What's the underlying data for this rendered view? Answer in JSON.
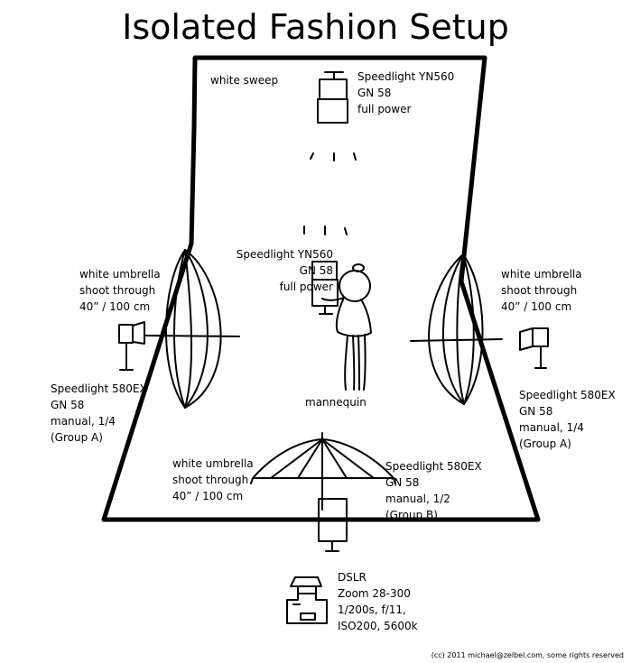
{
  "title": "Isolated Fashion Setup",
  "labels": {
    "sweep": "white sweep",
    "top_light": [
      "Speedlight YN560",
      "GN 58",
      "full power"
    ],
    "rear_light": [
      "Speedlight YN560",
      "GN 58",
      "full power"
    ],
    "mannequin": "mannequin",
    "left_umbrella": [
      "white umbrella",
      "shoot through",
      "40” / 100 cm"
    ],
    "right_umbrella": [
      "white umbrella",
      "shoot through",
      "40” / 100 cm"
    ],
    "left_flash": [
      "Speedlight 580EX",
      "GN 58",
      "manual, 1/4",
      "(Group A)"
    ],
    "right_flash": [
      "Speedlight 580EX",
      "GN 58",
      "manual, 1/4",
      "(Group A)"
    ],
    "front_umbrella": [
      "white umbrella",
      "shoot through",
      "40” / 100 cm"
    ],
    "front_flash": [
      "Speedlight 580EX",
      "GN 58",
      "manual, 1/2",
      "(Group B)"
    ],
    "camera": [
      "DSLR",
      "Zoom 28-300",
      "1/200s, f/11,",
      "ISO200, 5600k"
    ]
  },
  "credit": "(cc) 2011 michael@zelbel.com, some rights reserved"
}
